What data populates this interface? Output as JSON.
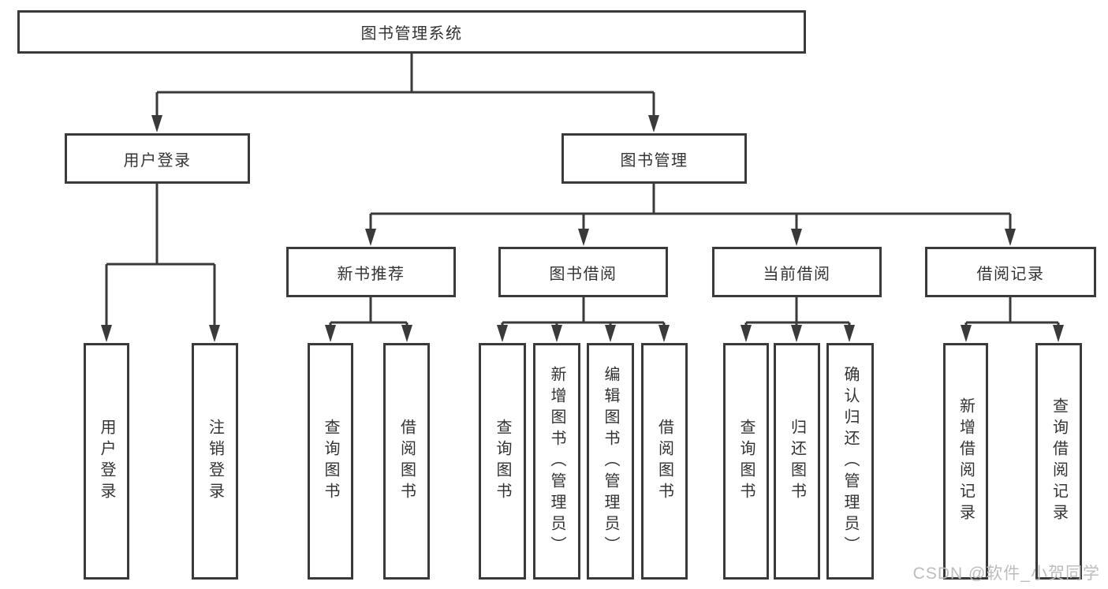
{
  "diagram": {
    "root": {
      "label": "图书管理系统"
    },
    "level1": [
      {
        "label": "用户登录"
      },
      {
        "label": "图书管理"
      }
    ],
    "level2": [
      {
        "label": "新书推荐"
      },
      {
        "label": "图书借阅"
      },
      {
        "label": "当前借阅"
      },
      {
        "label": "借阅记录"
      }
    ],
    "leaves": [
      {
        "label": "用户登录"
      },
      {
        "label": "注销登录"
      },
      {
        "label": "查询图书"
      },
      {
        "label": "借阅图书"
      },
      {
        "label": "查询图书"
      },
      {
        "label": "新增图书（管理员）"
      },
      {
        "label": "编辑图书（管理员）"
      },
      {
        "label": "借阅图书"
      },
      {
        "label": "查询图书"
      },
      {
        "label": "归还图书"
      },
      {
        "label": "确认归还（管理员）"
      },
      {
        "label": "新增借阅记录"
      },
      {
        "label": "查询借阅记录"
      }
    ]
  },
  "watermark": {
    "text": "CSDN @软件_小贺同学"
  },
  "colors": {
    "line": "#3a3a3a",
    "text": "#333333",
    "watermark_text": "#bdbdbd",
    "background": "#ffffff"
  }
}
